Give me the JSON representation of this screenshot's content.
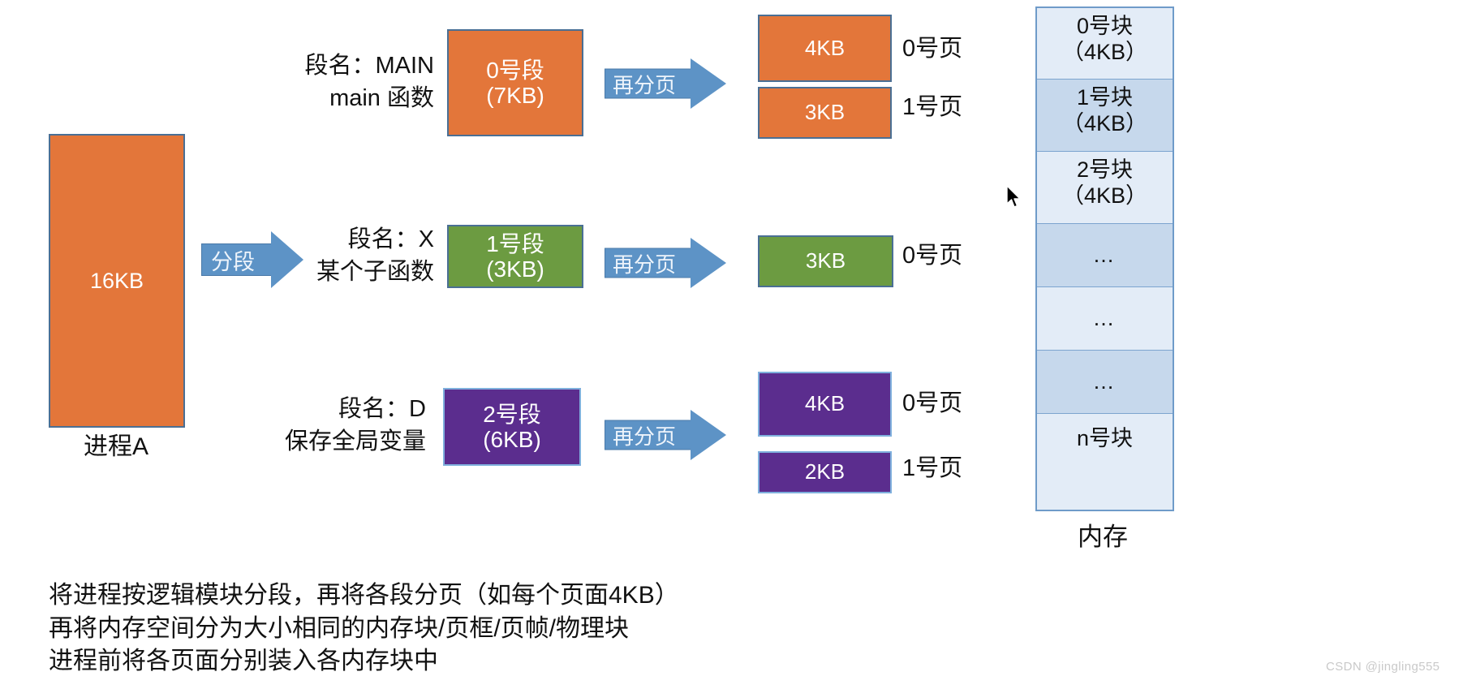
{
  "process": {
    "box_label": "16KB",
    "caption": "进程A"
  },
  "segment_arrow": {
    "label": "分段"
  },
  "repage_arrow_label": "再分页",
  "segments": [
    {
      "name_line1": "段名：MAIN",
      "name_line2": "main 函数",
      "block_line1": "0号段",
      "block_line2": "（7KB）",
      "block_line2_plain": "(7KB)",
      "color": "#e3763a",
      "pages": [
        {
          "size": "4KB",
          "page_label": "0号页"
        },
        {
          "size": "3KB",
          "page_label": "1号页"
        }
      ]
    },
    {
      "name_line1": "段名：X",
      "name_line2": "某个子函数",
      "block_line1": "1号段",
      "block_line2_plain": "(3KB)",
      "color": "#6c9b41",
      "pages": [
        {
          "size": "3KB",
          "page_label": "0号页"
        }
      ]
    },
    {
      "name_line1": "段名：D",
      "name_line2": "保存全局变量",
      "block_line1": "2号段",
      "block_line2_plain": "(6KB)",
      "color": "#5b2d8e",
      "pages": [
        {
          "size": "4KB",
          "page_label": "0号页"
        },
        {
          "size": "2KB",
          "page_label": "1号页"
        }
      ]
    }
  ],
  "memory": {
    "title": "内存",
    "cells": [
      {
        "line1": "0号块",
        "line2": "（4KB）",
        "shade": "light"
      },
      {
        "line1": "1号块",
        "line2": "（4KB）",
        "shade": "dark"
      },
      {
        "line1": "2号块",
        "line2": "（4KB）",
        "shade": "light"
      },
      {
        "line1": "…",
        "line2": "",
        "shade": "dark"
      },
      {
        "line1": "…",
        "line2": "",
        "shade": "light"
      },
      {
        "line1": "…",
        "line2": "",
        "shade": "dark"
      },
      {
        "line1": "n号块",
        "line2": "",
        "shade": "light"
      }
    ]
  },
  "caption_text": "将进程按逻辑模块分段，再将各段分页（如每个页面4KB）\n再将内存空间分为大小相同的内存块/页框/页帧/物理块\n进程前将各页面分别装入各内存块中",
  "watermark": "CSDN @jingling555",
  "colors": {
    "orange": "#e3763a",
    "green": "#6c9b41",
    "purple": "#5b2d8e",
    "arrow_blue": "#5d93c6",
    "memory_light": "#e3ecf7",
    "memory_dark": "#c6d8ec",
    "memory_border": "#6f9bc9"
  }
}
